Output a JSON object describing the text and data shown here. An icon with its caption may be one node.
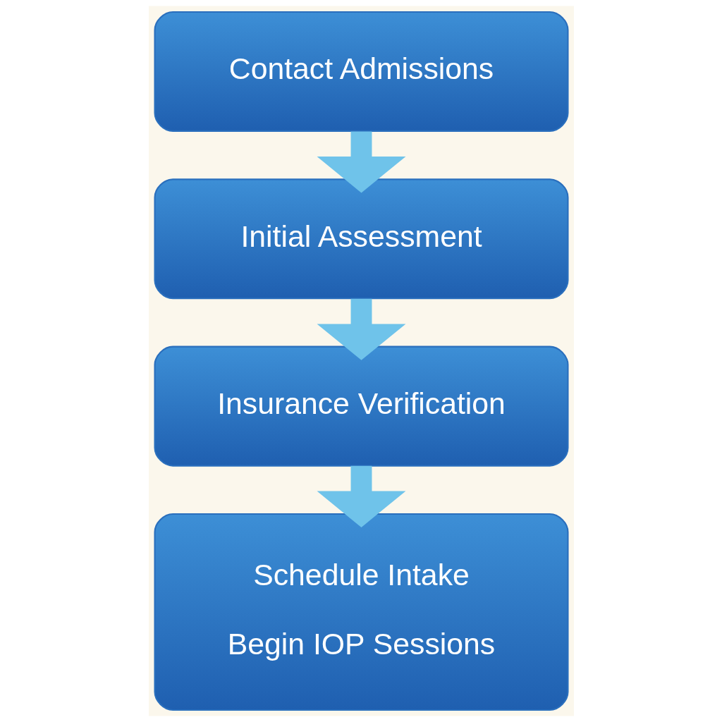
{
  "diagram": {
    "nodes": [
      {
        "text": [
          "Contact Admissions"
        ]
      },
      {
        "text": [
          "Initial Assessment"
        ]
      },
      {
        "text": [
          "Insurance Verification"
        ]
      },
      {
        "text": [
          "Schedule Intake",
          "Begin IOP Sessions"
        ]
      }
    ],
    "edges": [
      {
        "from": 0,
        "to": 1,
        "arrow": "to"
      },
      {
        "from": 1,
        "to": 2,
        "arrow": "to"
      },
      {
        "from": 2,
        "to": 3,
        "arrow": "to"
      }
    ]
  }
}
